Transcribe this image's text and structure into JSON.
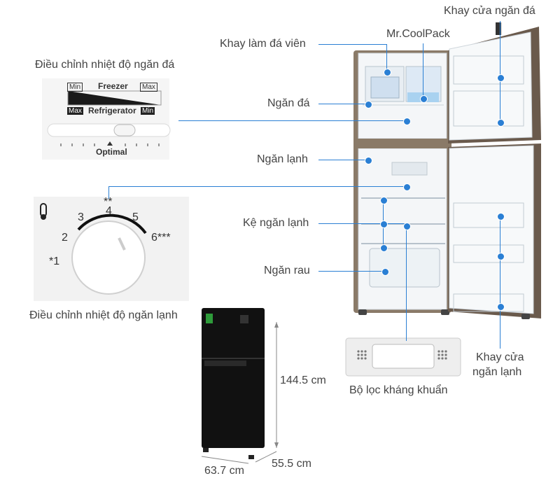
{
  "labels": {
    "freezer_tray": "Khay cửa ngăn đá",
    "ice_tray": "Khay làm đá viên",
    "coolpack": "Mr.CoolPack",
    "freezer_control": "Điều chỉnh nhiệt độ ngăn đá",
    "freezer": "Ngăn đá",
    "fridge": "Ngăn lạnh",
    "shelf": "Kệ ngăn lạnh",
    "veg": "Ngăn rau",
    "fridge_control": "Điều chỉnh nhiệt độ ngăn lạnh",
    "filter": "Bộ lọc kháng khuẩn",
    "fridge_tray_1": "Khay cửa",
    "fridge_tray_2": "ngăn lạnh",
    "height": "144.5 cm",
    "width": "63.7 cm",
    "depth": "55.5 cm"
  },
  "freezer_panel": {
    "min": "Min",
    "freezer": "Freezer",
    "max": "Max",
    "max2": "Max",
    "refrigerator": "Refrigerator",
    "min2": "Min",
    "optimal": "Optimal"
  },
  "dial": {
    "n1": "*1",
    "n2": "2",
    "n3": "3",
    "n4": "4",
    "n5": "5",
    "n6": "6***",
    "stars": "**"
  },
  "colors": {
    "accent": "#2a7fd4",
    "fridge_body": "#7a6a5a",
    "fridge_black": "#111111"
  }
}
